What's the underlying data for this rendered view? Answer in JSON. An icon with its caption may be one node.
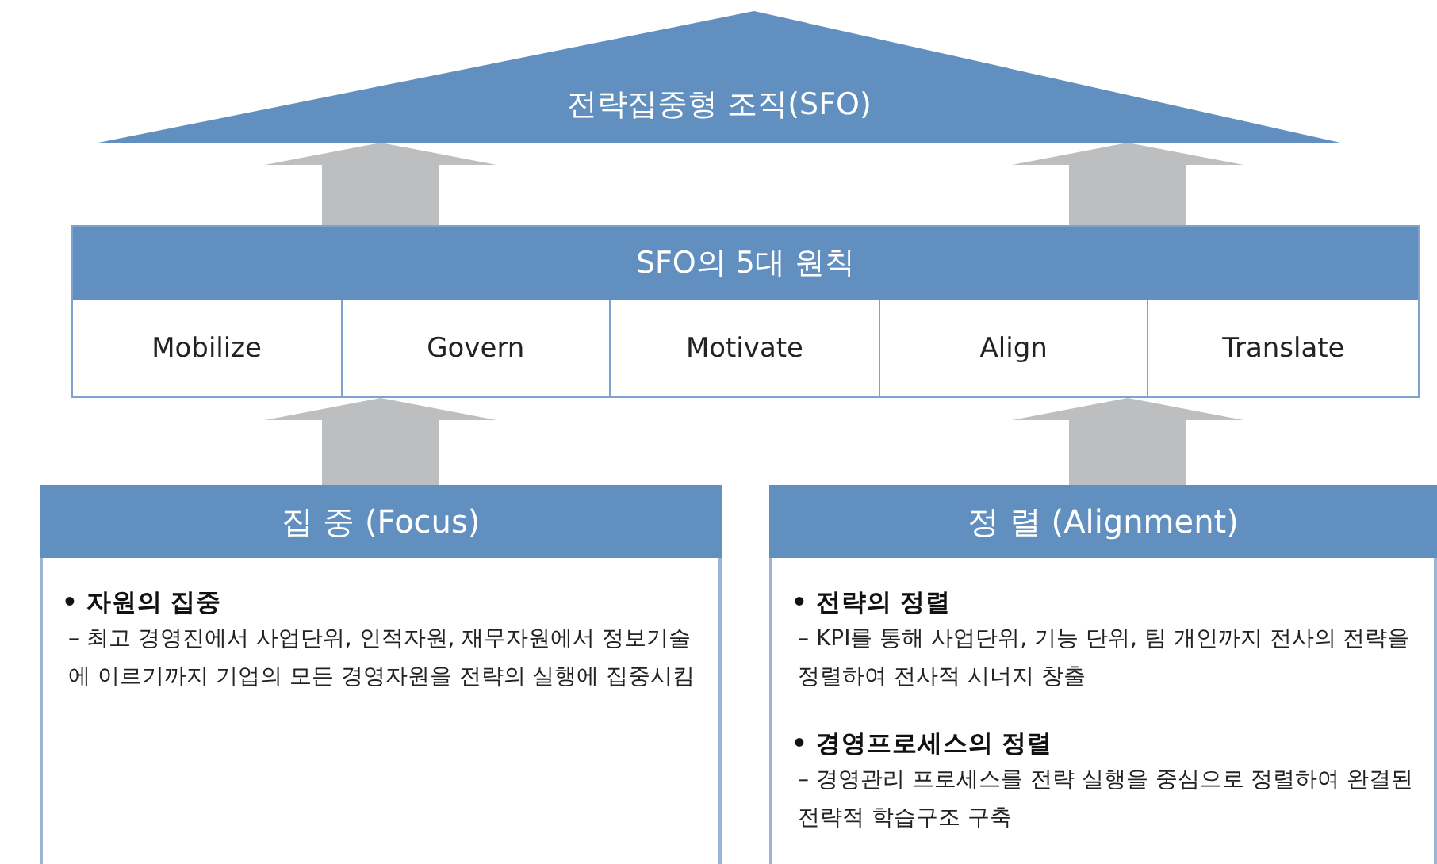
{
  "diagram": {
    "nodes": [
      {
        "text": [
          "전략집중형 조직(SFO)"
        ]
      },
      {
        "text": [
          "SFO의 5대 원칙"
        ]
      },
      {
        "text": [
          "Mobilize"
        ],
        "in": 1
      },
      {
        "text": [
          "Govern"
        ],
        "in": 1
      },
      {
        "text": [
          "Motivate"
        ],
        "in": 1
      },
      {
        "text": [
          "Align"
        ],
        "in": 1
      },
      {
        "text": [
          "Translate"
        ],
        "in": 1
      },
      {
        "text": [
          "집 중 (Focus)",
          "• 자원의 집중",
          "– 최고 경영진에서 사업단위, 인적자원, 재무자원에서 정보기술에 이르기까지 기업의 모든 경영자원을 전략의 실행에 집중시킴"
        ]
      },
      {
        "text": [
          "정 렬 (Alignment)",
          "• 전략의 정렬",
          "– KPI를 통해 사업단위, 기능 단위, 팀 개인까지 전사의 전략을 정렬하여 전사적 시너지 창출",
          "• 경영프로세스의 정렬",
          "– 경영관리 프로세스를 전략 실행을 중심으로 정렬하여 완결된 전략적 학습구조 구축"
        ]
      }
    ],
    "edges": [
      {
        "from": 1,
        "to": 0,
        "arrow": "to"
      },
      {
        "from": 1,
        "to": 0,
        "arrow": "to"
      },
      {
        "from": 7,
        "to": 1,
        "arrow": "to"
      },
      {
        "from": 8,
        "to": 1,
        "arrow": "to"
      }
    ]
  }
}
